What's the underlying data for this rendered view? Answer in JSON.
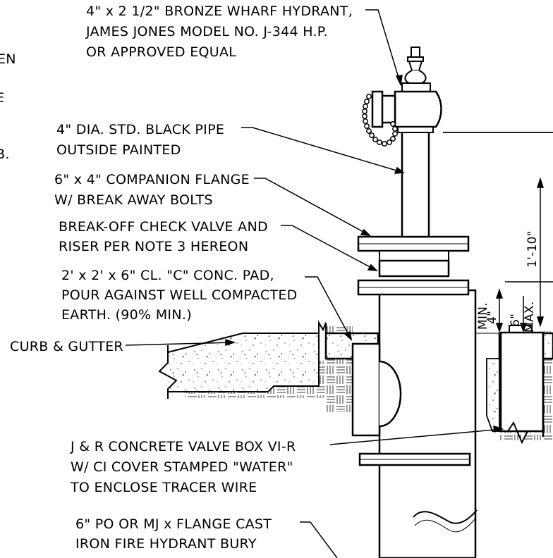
{
  "callouts": {
    "hydrant": [
      "4\" x 2 1/2\" BRONZE WHARF HYDRANT,",
      "JAMES JONES MODEL NO. J-344 H.P.",
      "OR APPROVED EQUAL"
    ],
    "pipe": [
      "4\" DIA. STD. BLACK PIPE",
      "OUTSIDE PAINTED"
    ],
    "flange": [
      "6\" x 4\" COMPANION FLANGE",
      "W/ BREAK AWAY BOLTS"
    ],
    "check_valve": [
      "BREAK-OFF CHECK VALVE AND",
      "RISER PER NOTE 3 HEREON"
    ],
    "pad": [
      "2' x 2' x 6\" CL. \"C\" CONC. PAD,",
      "POUR AGAINST WELL COMPACTED",
      "EARTH. (90% MIN.)"
    ],
    "curb": [
      "CURB & GUTTER"
    ],
    "valve_box": [
      "J & R CONCRETE VALVE BOX VI-R",
      "W/ CI COVER STAMPED \"WATER\"",
      "TO ENCLOSE TRACER WIRE"
    ],
    "bury": [
      "6\" PO OR MJ x FLANGE CAST",
      "IRON FIRE HYDRANT BURY"
    ]
  },
  "dimensions": {
    "overall": "1'-10\"",
    "min_val": "4\"",
    "min_label": "MIN.",
    "max_val": "6\"",
    "max_label": "MAX."
  },
  "left_edge_fragments": [
    "EN",
    "E",
    "B."
  ],
  "colors": {
    "line": "#000000",
    "paper": "#ffffff",
    "concrete_fleck": "#555555"
  }
}
